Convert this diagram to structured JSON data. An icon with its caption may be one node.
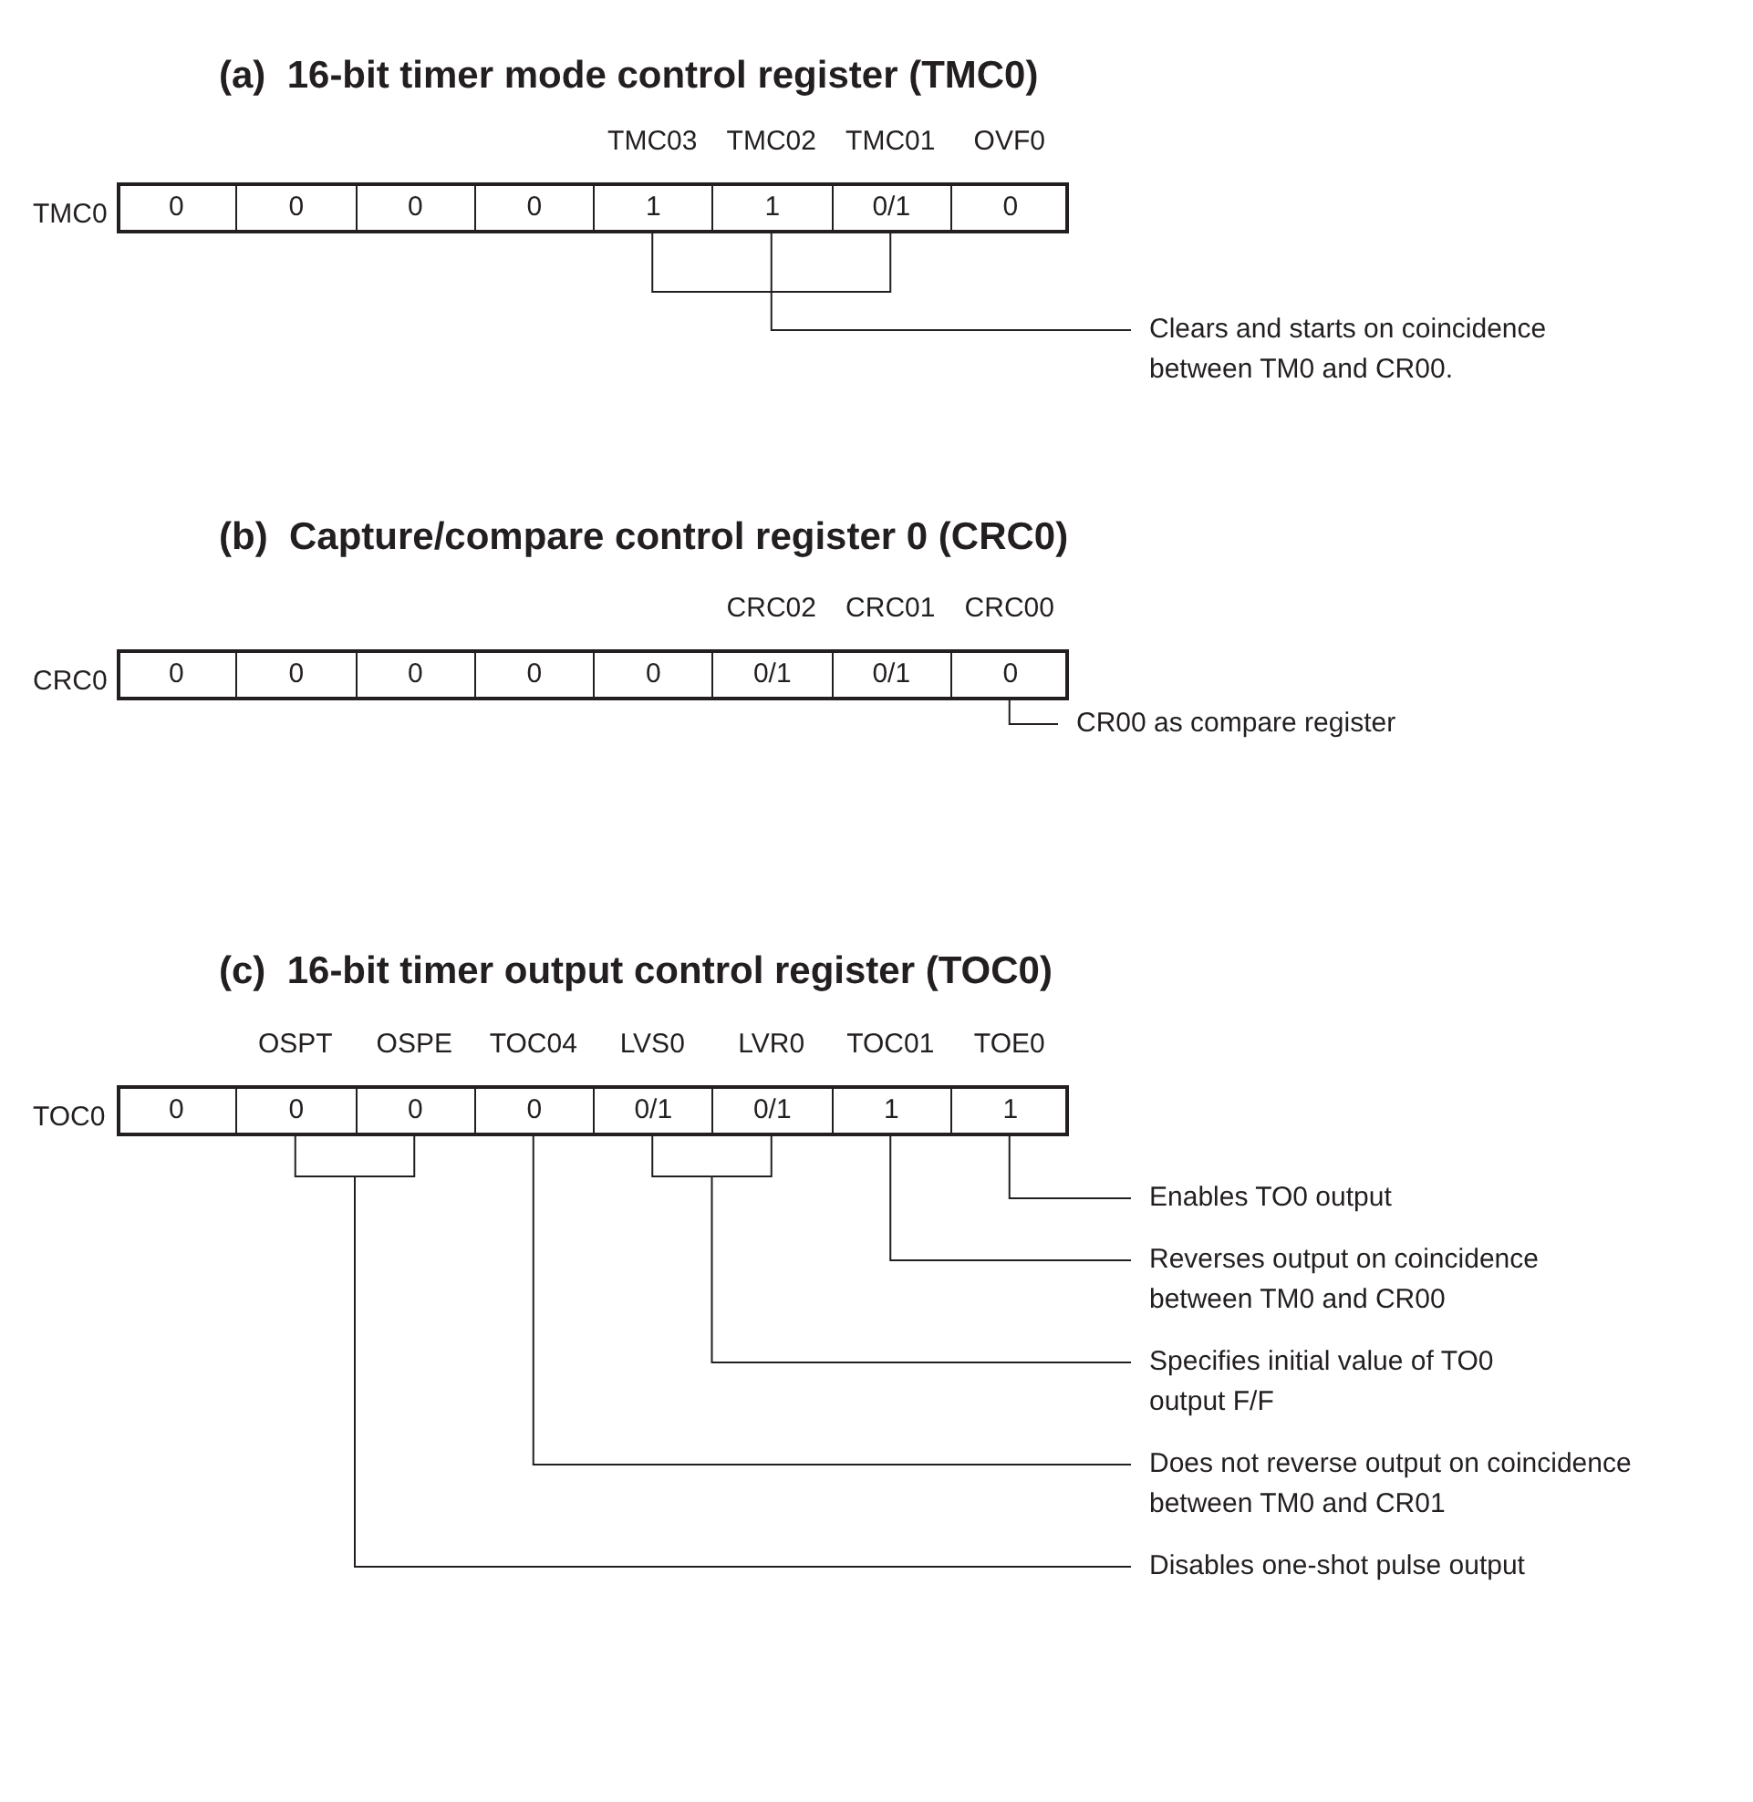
{
  "diagram": {
    "nodes": [
      {
        "text": [
          "TMC0"
        ]
      },
      {
        "text": [
          "0"
        ],
        "in": 0
      },
      {
        "text": [
          "0"
        ],
        "in": 0
      },
      {
        "text": [
          "0"
        ],
        "in": 0
      },
      {
        "text": [
          "0"
        ],
        "in": 0
      },
      {
        "text": [
          "1"
        ],
        "in": 0,
        "beside": [
          "TMC03"
        ]
      },
      {
        "text": [
          "1"
        ],
        "in": 0,
        "beside": [
          "TMC02"
        ]
      },
      {
        "text": [
          "0/1"
        ],
        "in": 0,
        "beside": [
          "TMC01"
        ]
      },
      {
        "text": [
          "0"
        ],
        "in": 0,
        "beside": [
          "OVF0"
        ]
      },
      {
        "text": [
          "Clears and starts on coincidence between TM0 and CR00."
        ]
      },
      {
        "text": [
          "CRC0"
        ]
      },
      {
        "text": [
          "0"
        ],
        "in": 10
      },
      {
        "text": [
          "0"
        ],
        "in": 10
      },
      {
        "text": [
          "0"
        ],
        "in": 10
      },
      {
        "text": [
          "0"
        ],
        "in": 10
      },
      {
        "text": [
          "0"
        ],
        "in": 10
      },
      {
        "text": [
          "0/1"
        ],
        "in": 10,
        "beside": [
          "CRC02"
        ]
      },
      {
        "text": [
          "0/1"
        ],
        "in": 10,
        "beside": [
          "CRC01"
        ]
      },
      {
        "text": [
          "0"
        ],
        "in": 10,
        "beside": [
          "CRC00"
        ]
      },
      {
        "text": [
          "CR00 as compare register"
        ]
      },
      {
        "text": [
          "TOC0"
        ]
      },
      {
        "text": [
          "0"
        ],
        "in": 20
      },
      {
        "text": [
          "0"
        ],
        "in": 20,
        "beside": [
          "OSPT"
        ]
      },
      {
        "text": [
          "0"
        ],
        "in": 20,
        "beside": [
          "OSPE"
        ]
      },
      {
        "text": [
          "0"
        ],
        "in": 20,
        "beside": [
          "TOC04"
        ]
      },
      {
        "text": [
          "0/1"
        ],
        "in": 20,
        "beside": [
          "LVS0"
        ]
      },
      {
        "text": [
          "0/1"
        ],
        "in": 20,
        "beside": [
          "LVR0"
        ]
      },
      {
        "text": [
          "1"
        ],
        "in": 20,
        "beside": [
          "TOC01"
        ]
      },
      {
        "text": [
          "1"
        ],
        "in": 20,
        "beside": [
          "TOE0"
        ]
      },
      {
        "text": [
          "Enables TO0 output"
        ]
      },
      {
        "text": [
          "Reverses output on coincidence between TM0 and CR00"
        ]
      },
      {
        "text": [
          "Specifies initial value of TO0 output F/F"
        ]
      },
      {
        "text": [
          "Does not reverse output on coincidence between TM0 and CR01"
        ]
      },
      {
        "text": [
          "Disables one-shot pulse output"
        ]
      }
    ],
    "edges": [
      {
        "from": 9,
        "to": 5,
        "arrow": "none"
      },
      {
        "from": 9,
        "to": 6,
        "arrow": "none"
      },
      {
        "from": 9,
        "to": 7,
        "arrow": "none"
      },
      {
        "from": 19,
        "to": 18,
        "arrow": "none"
      },
      {
        "from": 29,
        "to": 28,
        "arrow": "none"
      },
      {
        "from": 30,
        "to": 27,
        "arrow": "none"
      },
      {
        "from": 31,
        "to": 25,
        "arrow": "none"
      },
      {
        "from": 31,
        "to": 26,
        "arrow": "none"
      },
      {
        "from": 32,
        "to": 24,
        "arrow": "none"
      },
      {
        "from": 33,
        "to": 22,
        "arrow": "none"
      },
      {
        "from": 33,
        "to": 23,
        "arrow": "none"
      }
    ],
    "labels": [
      "(a)  16-bit timer mode control register (TMC0)",
      "(b)  Capture/compare control register 0 (CRC0)",
      "(c)  16-bit timer output control register (TOC0)"
    ]
  }
}
